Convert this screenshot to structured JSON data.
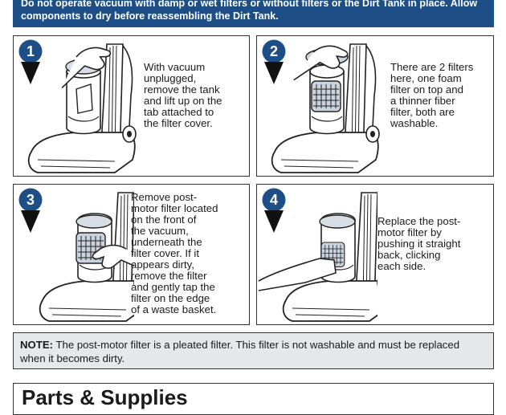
{
  "warning": {
    "line1": "Do not operate vacuum with damp or wet filters or without filters or the Dirt Tank in place. Allow",
    "line2": "components to dry before reassembling the Dirt Tank."
  },
  "steps": [
    {
      "number": "1",
      "text": "With vacuum\nunplugged,\nremove the tank\nand lift up on the\ntab attached to\nthe filter cover."
    },
    {
      "number": "2",
      "text": "There are 2 filters\nhere, one foam\nfilter on top and\na thinner fiber\nfilter, both are\nwashable."
    },
    {
      "number": "3",
      "text": "Remove post-\nmotor filter located\non the front of\nthe vacuum,\nunderneath the\nfilter cover. If it\nappears dirty,\nremove the filter\nand gently tap the\nfilter on the edge\nof a waste basket."
    },
    {
      "number": "4",
      "text": "Replace the post-\nmotor filter by\npushing it straight\nback, clicking\neach side."
    }
  ],
  "note": {
    "label": "NOTE:",
    "text": " The post-motor filter is a pleated filter. This filter is not washable and must be replaced when it becomes dirty."
  },
  "parts": {
    "title": "Parts & Supplies"
  },
  "colors": {
    "banner": "#1d4f86",
    "badge": "#1d4f86",
    "note_bg": "#e6e7e8"
  },
  "icons": [
    "step-number-badge-icon",
    "vacuum-illustration-icon",
    "hand-icon",
    "filter-icon"
  ]
}
